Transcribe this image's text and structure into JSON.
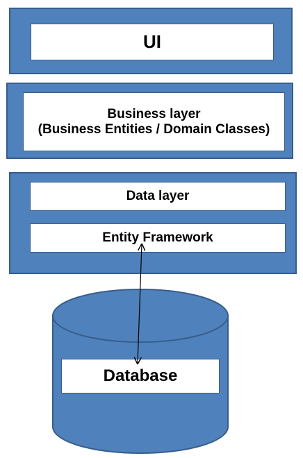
{
  "ui_layer": {
    "label": "UI"
  },
  "business_layer": {
    "label": "Business layer\n(Business Entities / Domain Classes)"
  },
  "data_layer": {
    "label": "Data layer",
    "entity_framework_label": "Entity Framework"
  },
  "database": {
    "label": "Database"
  },
  "colors": {
    "panel_fill": "#4f81bd",
    "panel_border": "#385d8a",
    "box_fill": "#ffffff",
    "arrow": "#000000"
  }
}
